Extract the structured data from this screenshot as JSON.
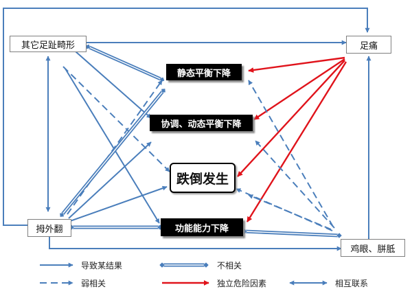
{
  "nodes": {
    "other_toe_deformity": "其它足趾畸形",
    "foot_pain": "足痛",
    "static_balance": "静态平衡下降",
    "dynamic_balance": "协调、动态平衡下降",
    "fall": "跌倒发生",
    "function_decline": "功能能力下降",
    "hallux_valgus": "拇外翻",
    "corns_calluses": "鸡眼、胼胝"
  },
  "legend": {
    "leads_to": "导致某结果",
    "unrelated": "不相关",
    "weak": "弱相关",
    "independent_risk": "独立危险因素",
    "mutual": "相互联系"
  },
  "colors": {
    "blue": "#4a7ebb",
    "red": "#e0131b"
  }
}
